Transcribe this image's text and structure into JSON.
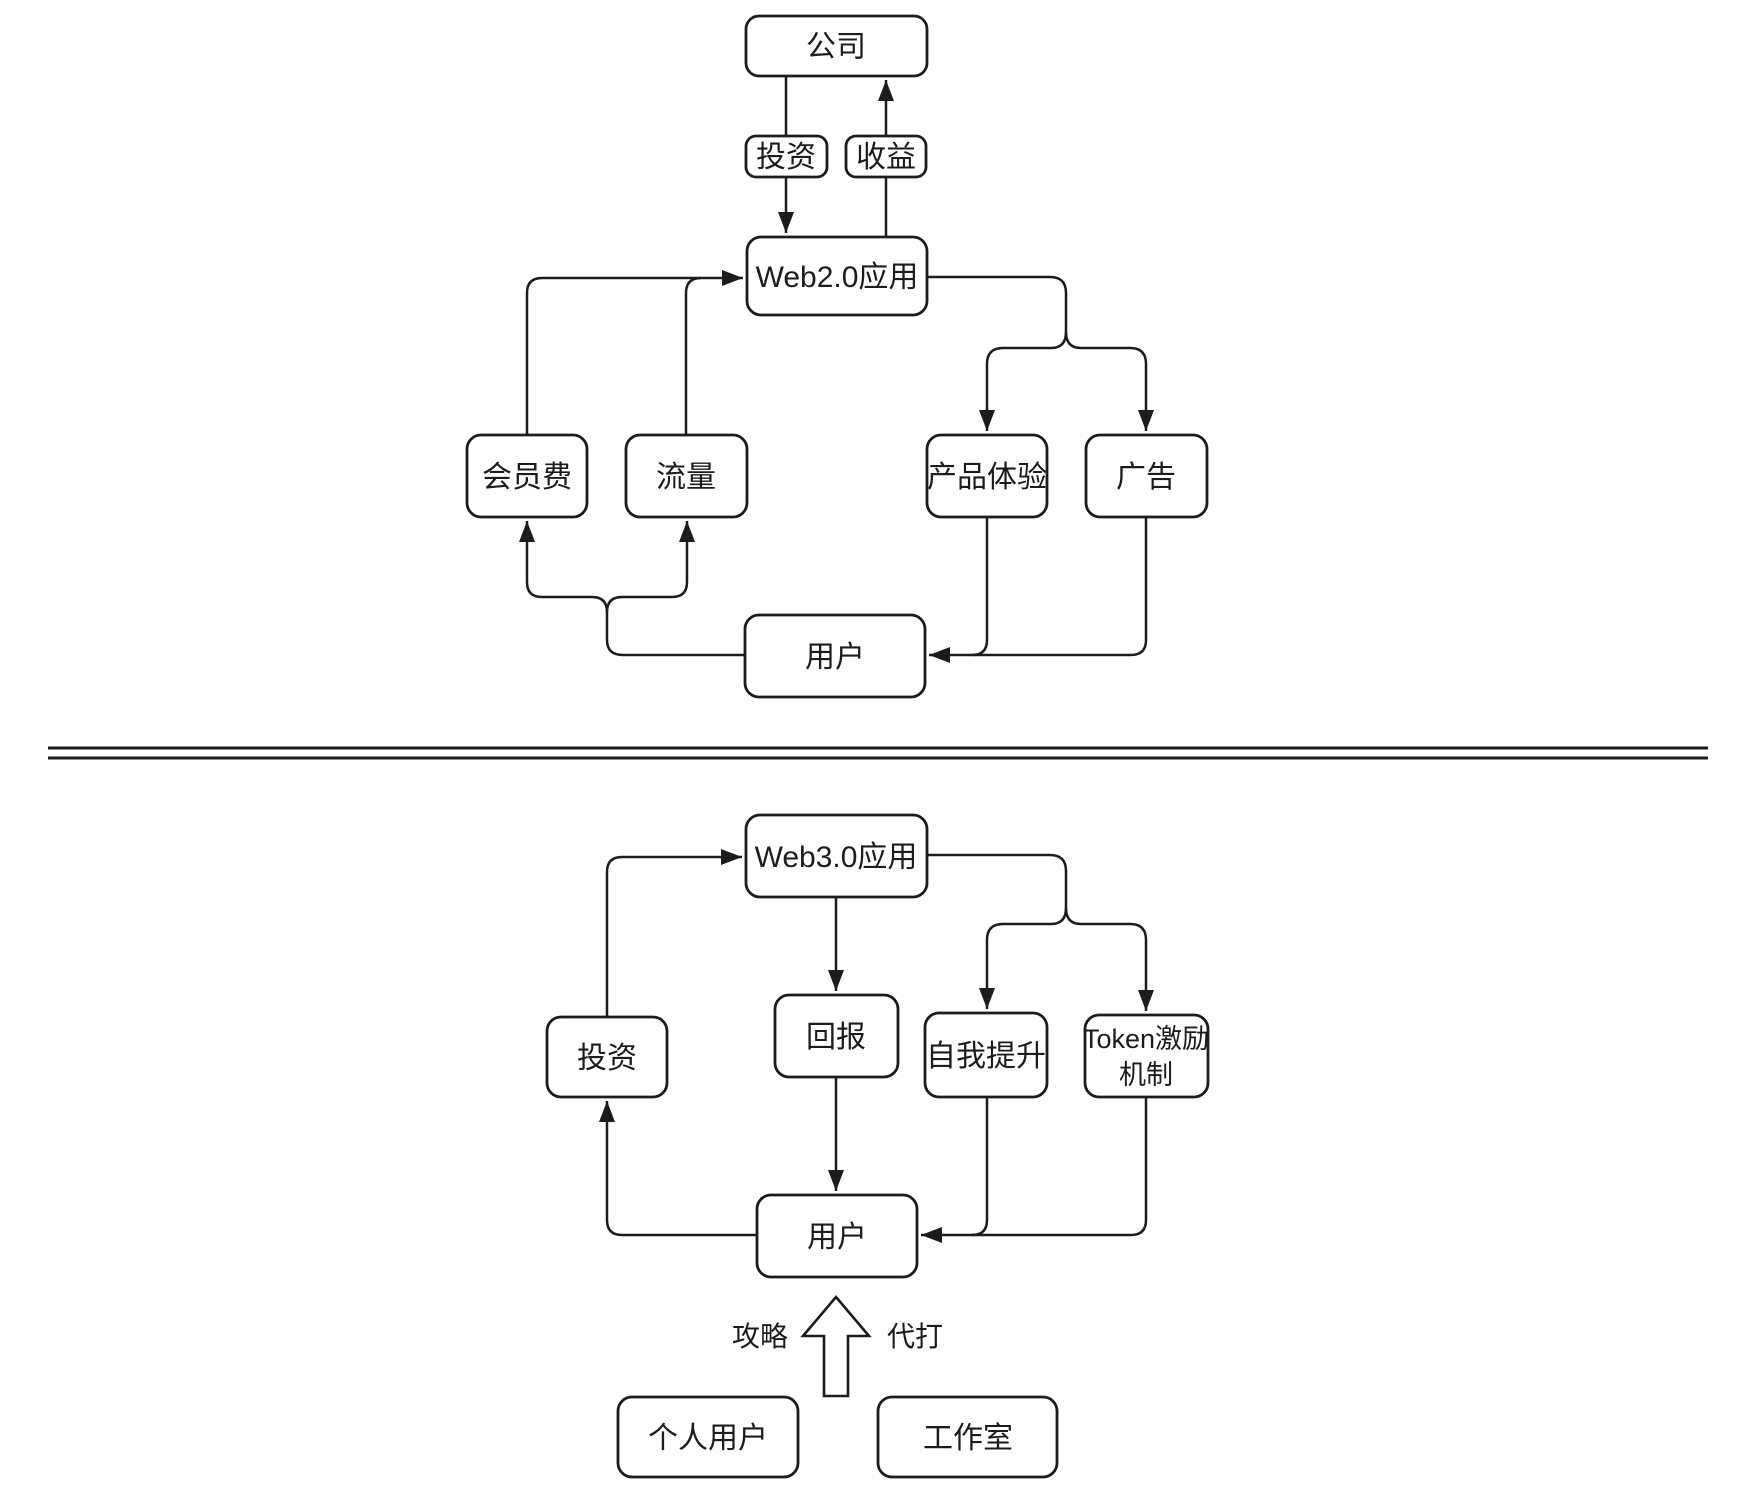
{
  "diagram": {
    "colors": {
      "stroke": "#1c1c1c",
      "node_fill": "#ffffff",
      "background": "#ffffff"
    },
    "top": {
      "nodes": {
        "company": {
          "label": "公司"
        },
        "invest_label": {
          "label": "投资"
        },
        "revenue_label": {
          "label": "收益"
        },
        "web2_app": {
          "label": "Web2.0应用"
        },
        "membership_fee": {
          "label": "会员费"
        },
        "traffic": {
          "label": "流量"
        },
        "product_experience": {
          "label": "产品体验"
        },
        "ads": {
          "label": "广告"
        },
        "user": {
          "label": "用户"
        }
      },
      "edges": [
        {
          "from": "公司",
          "to": "Web2.0应用",
          "via": "投资"
        },
        {
          "from": "Web2.0应用",
          "to": "公司",
          "via": "收益"
        },
        {
          "from": "会员费",
          "to": "Web2.0应用"
        },
        {
          "from": "流量",
          "to": "Web2.0应用"
        },
        {
          "from": "Web2.0应用",
          "to": "产品体验"
        },
        {
          "from": "Web2.0应用",
          "to": "广告"
        },
        {
          "from": "产品体验",
          "to": "用户"
        },
        {
          "from": "广告",
          "to": "用户"
        },
        {
          "from": "用户",
          "to": "会员费"
        },
        {
          "from": "用户",
          "to": "流量"
        }
      ]
    },
    "bottom": {
      "nodes": {
        "web3_app": {
          "label": "Web3.0应用"
        },
        "invest": {
          "label": "投资"
        },
        "reward": {
          "label": "回报"
        },
        "self_improvement": {
          "label": "自我提升"
        },
        "token_incentive": {
          "label": "Token激励机制",
          "line1": "Token激励",
          "line2": "机制"
        },
        "user": {
          "label": "用户"
        },
        "individual_user": {
          "label": "个人用户"
        },
        "studio": {
          "label": "工作室"
        },
        "strategy_label": {
          "label": "攻略"
        },
        "boosting_label": {
          "label": "代打"
        }
      },
      "edges": [
        {
          "from": "投资",
          "to": "Web3.0应用"
        },
        {
          "from": "Web3.0应用",
          "to": "回报"
        },
        {
          "from": "回报",
          "to": "用户"
        },
        {
          "from": "Web3.0应用",
          "to": "自我提升"
        },
        {
          "from": "Web3.0应用",
          "to": "Token激励机制"
        },
        {
          "from": "自我提升",
          "to": "用户"
        },
        {
          "from": "Token激励机制",
          "to": "用户"
        },
        {
          "from": "用户",
          "to": "投资"
        },
        {
          "from": "个人用户",
          "to": "用户",
          "via": "攻略"
        },
        {
          "from": "工作室",
          "to": "用户",
          "via": "代打"
        }
      ]
    }
  }
}
